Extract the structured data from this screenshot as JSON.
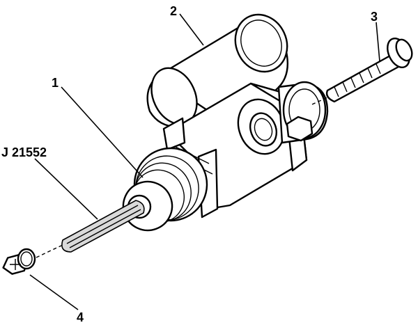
{
  "callouts": {
    "c1": "1",
    "c2": "2",
    "c3": "3",
    "c4": "4",
    "tool": "J 21552"
  },
  "colors": {
    "line": "#000000",
    "background": "#ffffff",
    "shade": "#d9d9d9"
  }
}
